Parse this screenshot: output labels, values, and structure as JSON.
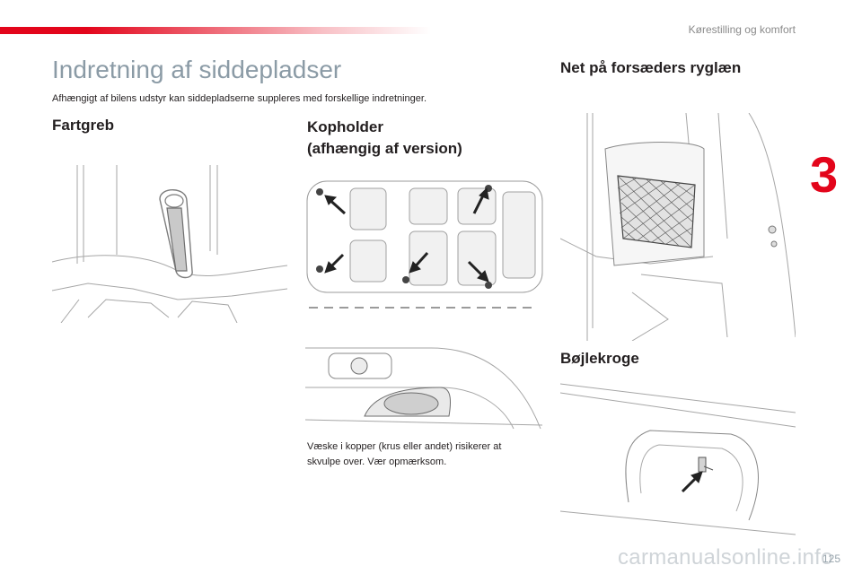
{
  "header": {
    "section": "Kørestilling og komfort",
    "chapter_number": "3"
  },
  "page": {
    "number": "125"
  },
  "title": "Indretning af siddepladser",
  "intro": "Afhængigt af bilens udstyr kan siddepladserne suppleres med forskellige indretninger.",
  "sections": {
    "fartgreb": {
      "heading": "Fartgreb"
    },
    "kopholder": {
      "heading_line1": "Kopholder",
      "heading_line2": "(afhængig af version)",
      "note": "Væske i kopper (krus eller andet) risikerer at skvulpe over. Vær opmærksom."
    },
    "net": {
      "heading": "Net på forsæders ryglæn"
    },
    "bojlekroge": {
      "heading": "Bøjlekroge"
    }
  },
  "watermark": "carmanualsonline.info",
  "colors": {
    "accent": "#e3051b",
    "title": "#8b9ba6",
    "illustration": "#9b9b9b"
  }
}
